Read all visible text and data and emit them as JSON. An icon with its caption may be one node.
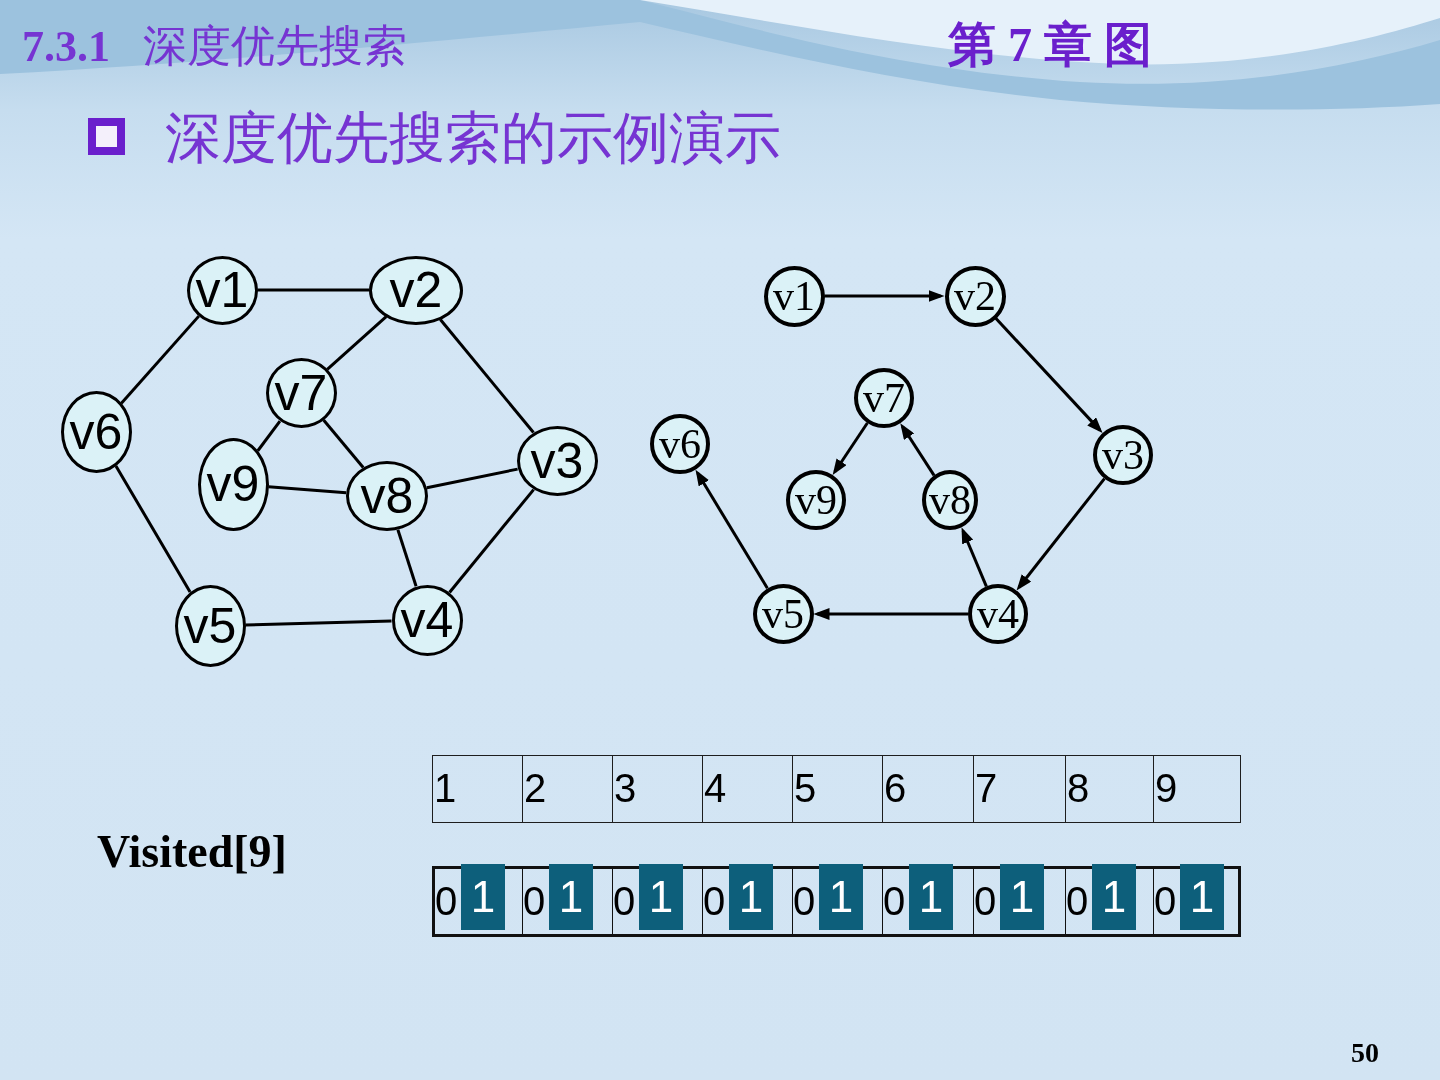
{
  "diagram": {
    "title": "**7.3.1** 深度优先搜索",
    "nodes": [
      {
        "text": [
          "v1"
        ]
      },
      {
        "text": [
          "v2"
        ]
      },
      {
        "text": [
          "v3"
        ]
      },
      {
        "text": [
          "v4"
        ]
      },
      {
        "text": [
          "v5"
        ]
      },
      {
        "text": [
          "v6"
        ]
      },
      {
        "text": [
          "v7"
        ]
      },
      {
        "text": [
          "v8"
        ]
      },
      {
        "text": [
          "v9"
        ]
      },
      {
        "text": [
          "v1"
        ]
      },
      {
        "text": [
          "v2"
        ]
      },
      {
        "text": [
          "v3"
        ]
      },
      {
        "text": [
          "v4"
        ]
      },
      {
        "text": [
          "v5"
        ]
      },
      {
        "text": [
          "v6"
        ]
      },
      {
        "text": [
          "v7"
        ]
      },
      {
        "text": [
          "v8"
        ]
      },
      {
        "text": [
          "v9"
        ]
      }
    ],
    "edges": [
      {
        "from": 0,
        "to": 1,
        "arrow": "none"
      },
      {
        "from": 0,
        "to": 5,
        "arrow": "none"
      },
      {
        "from": 1,
        "to": 6,
        "arrow": "none"
      },
      {
        "from": 1,
        "to": 2,
        "arrow": "none"
      },
      {
        "from": 6,
        "to": 8,
        "arrow": "none"
      },
      {
        "from": 6,
        "to": 7,
        "arrow": "none"
      },
      {
        "from": 8,
        "to": 7,
        "arrow": "none"
      },
      {
        "from": 7,
        "to": 2,
        "arrow": "none"
      },
      {
        "from": 7,
        "to": 3,
        "arrow": "none"
      },
      {
        "from": 2,
        "to": 3,
        "arrow": "none"
      },
      {
        "from": 5,
        "to": 4,
        "arrow": "none"
      },
      {
        "from": 4,
        "to": 3,
        "arrow": "none"
      },
      {
        "from": 9,
        "to": 10,
        "arrow": "to"
      },
      {
        "from": 10,
        "to": 11,
        "arrow": "to"
      },
      {
        "from": 11,
        "to": 12,
        "arrow": "to"
      },
      {
        "from": 12,
        "to": 16,
        "arrow": "to"
      },
      {
        "from": 16,
        "to": 15,
        "arrow": "to"
      },
      {
        "from": 15,
        "to": 17,
        "arrow": "to"
      },
      {
        "from": 12,
        "to": 13,
        "arrow": "to"
      },
      {
        "from": 13,
        "to": 14,
        "arrow": "to"
      }
    ],
    "labels": [
      "第 7 章 图",
      "深度优先搜索的示例演示",
      "1",
      "2",
      "3",
      "4",
      "5",
      "6",
      "7",
      "8",
      "9",
      "Visited[9]",
      "0",
      "1",
      "0",
      "1",
      "0",
      "1",
      "0",
      "1",
      "0",
      "1",
      "0",
      "1",
      "0",
      "1",
      "0",
      "1",
      "0",
      "1",
      "50"
    ]
  }
}
